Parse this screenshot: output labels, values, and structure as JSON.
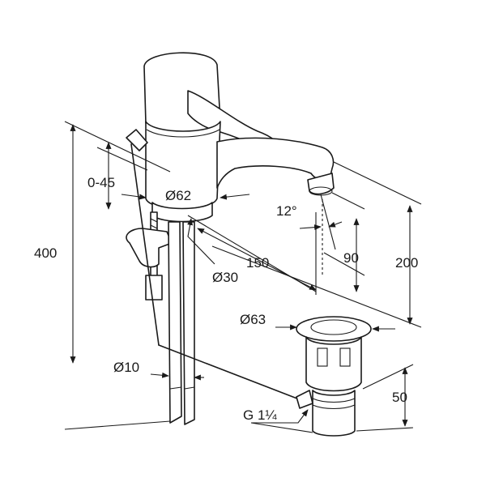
{
  "dimensions": {
    "max_thickness": "0-45",
    "body_diameter": "Ø62",
    "spout_angle": "12°",
    "overall_height": "400",
    "spout_reach": "150",
    "connection_diameter": "Ø30",
    "outlet_height": "90",
    "spout_height": "200",
    "drain_flange_diameter": "Ø63",
    "hose_diameter": "Ø10",
    "drain_height": "50",
    "drain_thread": "G 1¼"
  }
}
